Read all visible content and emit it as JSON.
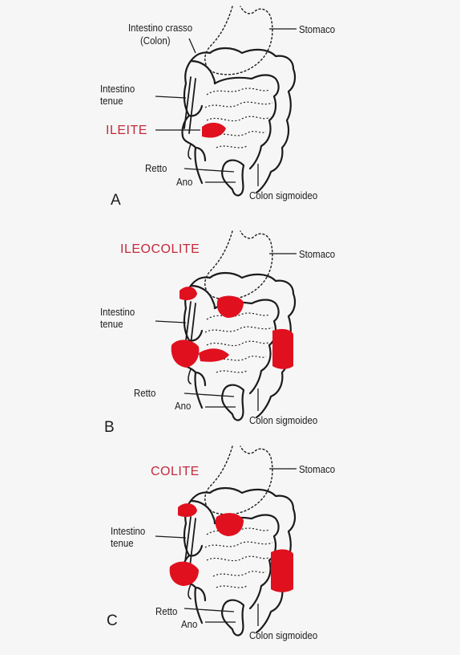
{
  "panels": [
    {
      "id": "A",
      "letter": "A",
      "highlight": "ILEITE",
      "labels": {
        "colon": "Intestino crasso\n(Colon)",
        "stomach": "Stomaco",
        "small_intestine": "Intestino\ntenue",
        "rectum": "Retto",
        "anus": "Ano",
        "sigmoid": "Colon sigmoideo"
      }
    },
    {
      "id": "B",
      "letter": "B",
      "highlight": "ILEOCOLITE",
      "labels": {
        "stomach": "Stomaco",
        "small_intestine": "Intestino\ntenue",
        "rectum": "Retto",
        "anus": "Ano",
        "sigmoid": "Colon sigmoideo"
      }
    },
    {
      "id": "C",
      "letter": "C",
      "highlight": "COLITE",
      "labels": {
        "stomach": "Stomaco",
        "small_intestine": "Intestino\ntenue",
        "rectum": "Retto",
        "anus": "Ano",
        "sigmoid": "Colon sigmoideo"
      }
    }
  ],
  "colors": {
    "inflammation": "#e0101e",
    "highlight_text": "#c42a3c",
    "outline": "#1b1b1b",
    "background": "#f6f6f6"
  }
}
